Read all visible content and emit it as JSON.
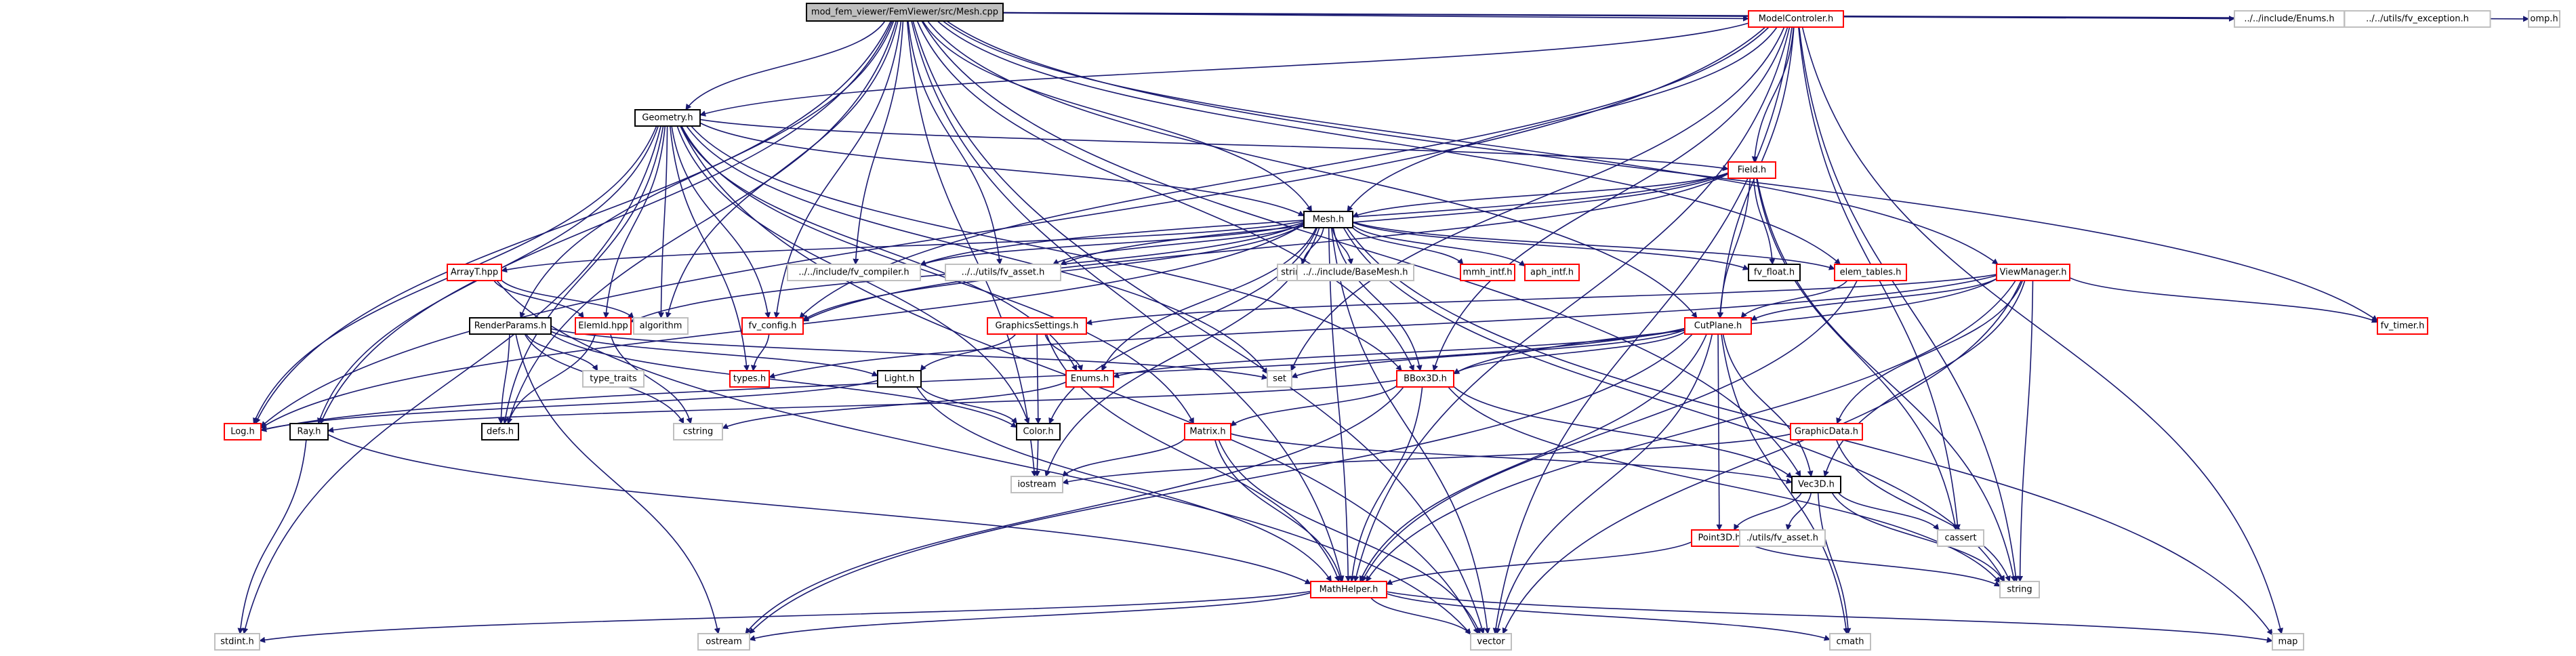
{
  "colors": {
    "edge": "#191970",
    "root_fill": "#bfbfbf",
    "node_fill": "#ffffff",
    "internal_border": "#000000",
    "missing_border": "#ff0000",
    "system_border": "#bfbfbf",
    "text": "#000000"
  },
  "nodes": [
    {
      "id": "root",
      "label": "mod_fem_viewer/FemViewer/src/Mesh.cpp",
      "kind": "root"
    },
    {
      "id": "modelcontroller",
      "label": "ModelControler.h",
      "kind": "missing"
    },
    {
      "id": "inc_enums",
      "label": "../../include/Enums.h",
      "kind": "system"
    },
    {
      "id": "fv_exception",
      "label": "../../utils/fv_exception.h",
      "kind": "system"
    },
    {
      "id": "omp",
      "label": "omp.h",
      "kind": "system"
    },
    {
      "id": "geometry",
      "label": "Geometry.h",
      "kind": "internal"
    },
    {
      "id": "field",
      "label": "Field.h",
      "kind": "missing"
    },
    {
      "id": "mesh",
      "label": "Mesh.h",
      "kind": "internal"
    },
    {
      "id": "arrayt",
      "label": "ArrayT.hpp",
      "kind": "missing"
    },
    {
      "id": "fv_compiler",
      "label": "../../include/fv_compiler.h",
      "kind": "system"
    },
    {
      "id": "fv_asset_utils",
      "label": "../../utils/fv_asset.h",
      "kind": "system"
    },
    {
      "id": "string_h",
      "label": "string.h",
      "kind": "system"
    },
    {
      "id": "basemesh",
      "label": "../../include/BaseMesh.h",
      "kind": "system"
    },
    {
      "id": "mmh_intf",
      "label": "mmh_intf.h",
      "kind": "missing"
    },
    {
      "id": "aph_intf",
      "label": "aph_intf.h",
      "kind": "missing"
    },
    {
      "id": "fv_float",
      "label": "fv_float.h",
      "kind": "internal"
    },
    {
      "id": "elem_tables",
      "label": "elem_tables.h",
      "kind": "missing"
    },
    {
      "id": "viewmanager",
      "label": "ViewManager.h",
      "kind": "missing"
    },
    {
      "id": "fv_timer",
      "label": "fv_timer.h",
      "kind": "missing"
    },
    {
      "id": "renderparams",
      "label": "RenderParams.h",
      "kind": "internal"
    },
    {
      "id": "elemid",
      "label": "ElemId.hpp",
      "kind": "missing"
    },
    {
      "id": "algorithm",
      "label": "algorithm",
      "kind": "system"
    },
    {
      "id": "fv_config",
      "label": "fv_config.h",
      "kind": "missing"
    },
    {
      "id": "graphicssettings",
      "label": "GraphicsSettings.h",
      "kind": "missing"
    },
    {
      "id": "cutplane",
      "label": "CutPlane.h",
      "kind": "missing"
    },
    {
      "id": "type_traits",
      "label": "type_traits",
      "kind": "system"
    },
    {
      "id": "types",
      "label": "types.h",
      "kind": "missing"
    },
    {
      "id": "light",
      "label": "Light.h",
      "kind": "internal"
    },
    {
      "id": "enums",
      "label": "Enums.h",
      "kind": "missing"
    },
    {
      "id": "set",
      "label": "set",
      "kind": "system"
    },
    {
      "id": "bbox3d",
      "label": "BBox3D.h",
      "kind": "missing"
    },
    {
      "id": "log",
      "label": "Log.h",
      "kind": "missing"
    },
    {
      "id": "ray",
      "label": "Ray.h",
      "kind": "internal"
    },
    {
      "id": "defs",
      "label": "defs.h",
      "kind": "internal"
    },
    {
      "id": "cstring",
      "label": "cstring",
      "kind": "system"
    },
    {
      "id": "color",
      "label": "Color.h",
      "kind": "internal"
    },
    {
      "id": "matrix",
      "label": "Matrix.h",
      "kind": "missing"
    },
    {
      "id": "graphicdata",
      "label": "GraphicData.h",
      "kind": "missing"
    },
    {
      "id": "iostream",
      "label": "iostream",
      "kind": "system"
    },
    {
      "id": "vec3d",
      "label": "Vec3D.h",
      "kind": "internal"
    },
    {
      "id": "cassert",
      "label": "cassert",
      "kind": "system"
    },
    {
      "id": "point3d",
      "label": "Point3D.h",
      "kind": "missing"
    },
    {
      "id": "fv_asset_dot",
      "label": "./utils/fv_asset.h",
      "kind": "system"
    },
    {
      "id": "string",
      "label": "string",
      "kind": "system"
    },
    {
      "id": "mathhelper",
      "label": "MathHelper.h",
      "kind": "missing"
    },
    {
      "id": "stdint",
      "label": "stdint.h",
      "kind": "system"
    },
    {
      "id": "ostream",
      "label": "ostream",
      "kind": "system"
    },
    {
      "id": "vector",
      "label": "vector",
      "kind": "system"
    },
    {
      "id": "cmath",
      "label": "cmath",
      "kind": "system"
    },
    {
      "id": "map",
      "label": "map",
      "kind": "system"
    }
  ],
  "edges": [
    [
      "root",
      "modelcontroller"
    ],
    [
      "root",
      "inc_enums"
    ],
    [
      "root",
      "fv_exception"
    ],
    [
      "root",
      "omp"
    ],
    [
      "root",
      "geometry"
    ],
    [
      "root",
      "mesh"
    ],
    [
      "root",
      "fv_compiler"
    ],
    [
      "root",
      "fv_asset_utils"
    ],
    [
      "root",
      "elem_tables"
    ],
    [
      "root",
      "viewmanager"
    ],
    [
      "root",
      "fv_timer"
    ],
    [
      "root",
      "renderparams"
    ],
    [
      "root",
      "fv_config"
    ],
    [
      "root",
      "cutplane"
    ],
    [
      "root",
      "algorithm"
    ],
    [
      "root",
      "log"
    ],
    [
      "root",
      "ray"
    ],
    [
      "root",
      "defs"
    ],
    [
      "root",
      "iostream"
    ],
    [
      "root",
      "vec3d"
    ],
    [
      "root",
      "mathhelper"
    ],
    [
      "root",
      "vector"
    ],
    [
      "root",
      "bbox3d"
    ],
    [
      "modelcontroller",
      "geometry"
    ],
    [
      "modelcontroller",
      "field"
    ],
    [
      "modelcontroller",
      "mesh"
    ],
    [
      "modelcontroller",
      "cutplane"
    ],
    [
      "modelcontroller",
      "fv_config"
    ],
    [
      "modelcontroller",
      "set"
    ],
    [
      "modelcontroller",
      "log"
    ],
    [
      "modelcontroller",
      "bbox3d"
    ],
    [
      "modelcontroller",
      "string"
    ],
    [
      "modelcontroller",
      "vector"
    ],
    [
      "modelcontroller",
      "map"
    ],
    [
      "modelcontroller",
      "cassert"
    ],
    [
      "modelcontroller",
      "mathhelper"
    ],
    [
      "geometry",
      "field"
    ],
    [
      "geometry",
      "mesh"
    ],
    [
      "geometry",
      "log"
    ],
    [
      "geometry",
      "ray"
    ],
    [
      "geometry",
      "fv_config"
    ],
    [
      "geometry",
      "defs"
    ],
    [
      "geometry",
      "types"
    ],
    [
      "geometry",
      "bbox3d"
    ],
    [
      "geometry",
      "set"
    ],
    [
      "geometry",
      "enums"
    ],
    [
      "geometry",
      "matrix"
    ],
    [
      "geometry",
      "algorithm"
    ],
    [
      "geometry",
      "stdint"
    ],
    [
      "geometry",
      "vector"
    ],
    [
      "geometry",
      "elemid"
    ],
    [
      "geometry",
      "color"
    ],
    [
      "field",
      "mesh"
    ],
    [
      "field",
      "fv_float"
    ],
    [
      "field",
      "cutplane"
    ],
    [
      "field",
      "string"
    ],
    [
      "field",
      "cassert"
    ],
    [
      "field",
      "fv_config"
    ],
    [
      "field",
      "fv_asset_utils"
    ],
    [
      "field",
      "fv_compiler"
    ],
    [
      "mesh",
      "arrayt"
    ],
    [
      "mesh",
      "fv_compiler"
    ],
    [
      "mesh",
      "fv_asset_utils"
    ],
    [
      "mesh",
      "string_h"
    ],
    [
      "mesh",
      "basemesh"
    ],
    [
      "mesh",
      "mmh_intf"
    ],
    [
      "mesh",
      "aph_intf"
    ],
    [
      "mesh",
      "fv_float"
    ],
    [
      "mesh",
      "elem_tables"
    ],
    [
      "mesh",
      "fv_config"
    ],
    [
      "mesh",
      "enums"
    ],
    [
      "mesh",
      "log"
    ],
    [
      "mesh",
      "elemid"
    ],
    [
      "mesh",
      "mathhelper"
    ],
    [
      "mesh",
      "bbox3d"
    ],
    [
      "mesh",
      "string"
    ],
    [
      "mesh",
      "map"
    ],
    [
      "mesh",
      "color"
    ],
    [
      "mesh",
      "iostream"
    ],
    [
      "mesh",
      "vector"
    ],
    [
      "arrayt",
      "elemid"
    ],
    [
      "arrayt",
      "algorithm"
    ],
    [
      "arrayt",
      "vector"
    ],
    [
      "elem_tables",
      "mathhelper"
    ],
    [
      "elem_tables",
      "cutplane"
    ],
    [
      "viewmanager",
      "fv_timer"
    ],
    [
      "viewmanager",
      "graphicssettings"
    ],
    [
      "viewmanager",
      "cutplane"
    ],
    [
      "viewmanager",
      "graphicdata"
    ],
    [
      "viewmanager",
      "vec3d"
    ],
    [
      "viewmanager",
      "bbox3d"
    ],
    [
      "viewmanager",
      "string"
    ],
    [
      "viewmanager",
      "vector"
    ],
    [
      "viewmanager",
      "types"
    ],
    [
      "viewmanager",
      "mathhelper"
    ],
    [
      "renderparams",
      "light"
    ],
    [
      "renderparams",
      "defs"
    ],
    [
      "renderparams",
      "type_traits"
    ],
    [
      "renderparams",
      "cstring"
    ],
    [
      "renderparams",
      "color"
    ],
    [
      "renderparams",
      "ostream"
    ],
    [
      "renderparams",
      "set"
    ],
    [
      "elemid",
      "defs"
    ],
    [
      "elemid",
      "cstring"
    ],
    [
      "fv_config",
      "types"
    ],
    [
      "graphicssettings",
      "enums"
    ],
    [
      "graphicssettings",
      "light"
    ],
    [
      "graphicssettings",
      "color"
    ],
    [
      "graphicssettings",
      "mathhelper"
    ],
    [
      "cutplane",
      "bbox3d"
    ],
    [
      "cutplane",
      "enums"
    ],
    [
      "cutplane",
      "set"
    ],
    [
      "cutplane",
      "vec3d"
    ],
    [
      "cutplane",
      "point3d"
    ],
    [
      "cutplane",
      "vector"
    ],
    [
      "cutplane",
      "mathhelper"
    ],
    [
      "cutplane",
      "cmath"
    ],
    [
      "cutplane",
      "ostream"
    ],
    [
      "cutplane",
      "log"
    ],
    [
      "light",
      "color"
    ],
    [
      "light",
      "log"
    ],
    [
      "light",
      "mathhelper"
    ],
    [
      "enums",
      "cstring"
    ],
    [
      "bbox3d",
      "ray"
    ],
    [
      "bbox3d",
      "matrix"
    ],
    [
      "bbox3d",
      "vec3d"
    ],
    [
      "bbox3d",
      "string"
    ],
    [
      "bbox3d",
      "mathhelper"
    ],
    [
      "bbox3d",
      "ostream"
    ],
    [
      "ray",
      "stdint"
    ],
    [
      "ray",
      "mathhelper"
    ],
    [
      "color",
      "iostream"
    ],
    [
      "matrix",
      "vec3d"
    ],
    [
      "matrix",
      "iostream"
    ],
    [
      "matrix",
      "mathhelper"
    ],
    [
      "matrix",
      "vector"
    ],
    [
      "graphicdata",
      "iostream"
    ],
    [
      "graphicdata",
      "string"
    ],
    [
      "vec3d",
      "point3d"
    ],
    [
      "vec3d",
      "fv_asset_dot"
    ],
    [
      "vec3d",
      "cassert"
    ],
    [
      "vec3d",
      "cmath"
    ],
    [
      "vec3d",
      "string"
    ],
    [
      "point3d",
      "mathhelper"
    ],
    [
      "point3d",
      "string"
    ],
    [
      "mathhelper",
      "stdint"
    ],
    [
      "mathhelper",
      "ostream"
    ],
    [
      "mathhelper",
      "vector"
    ],
    [
      "mathhelper",
      "cmath"
    ],
    [
      "mathhelper",
      "map"
    ]
  ]
}
